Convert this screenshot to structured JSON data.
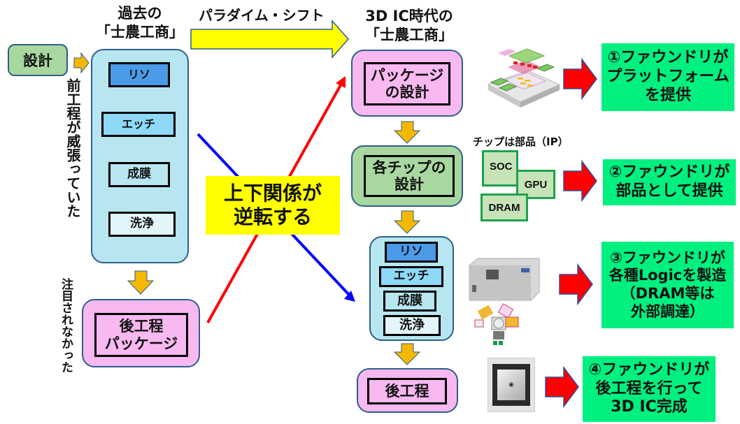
{
  "left_column": {
    "header": "過去の\n「士農工商」",
    "design_box": "設計",
    "front_process_steps": [
      "リソ",
      "エッチ",
      "成膜",
      "洗浄"
    ],
    "back_process_box": "後工程\nパッケージ",
    "side_note_top": "前工程が威張っていた",
    "side_note_bottom": "注目されなかった"
  },
  "middle": {
    "paradigm_shift_label": "パラダイム・シフト",
    "reversal_label": "上下関係が\n逆転する"
  },
  "right_column": {
    "header": "3D IC時代の\n「士農工商」",
    "package_design_box": "パッケージ\nの設計",
    "chip_design_box": "各チップの\n設計",
    "front_process_steps": [
      "リソ",
      "エッチ",
      "成膜",
      "洗浄"
    ],
    "back_process_box": "後工程"
  },
  "chips": {
    "caption": "チップは部品（IP）",
    "items": [
      "SOC",
      "GPU",
      "DRAM"
    ]
  },
  "results": [
    "①ファウンドリが\nプラットフォーム\nを提供",
    "②ファウンドリが\n部品として提供",
    "③ファウンドリが\n各種Logicを製造\n（DRAM等は\n外部調達）",
    "④ファウンドリが\n後工程を行って\n3D IC完成"
  ],
  "colors": {
    "light_blue_panel": "#b7e6f0",
    "pink_panel": "#f8b8f0",
    "green_panel": "#a9d7a0",
    "result_green": "#00f080",
    "highlight_yellow": "#ffff00",
    "down_arrow": "#f5b800",
    "red_arrow": "#ff0000",
    "blue_line": "#0000ff",
    "litho_blue": "#4a9ae8",
    "etch_blue": "#8ed8f8",
    "film_blue": "#b7e6f0",
    "clean_blue": "#e2f5fa"
  }
}
